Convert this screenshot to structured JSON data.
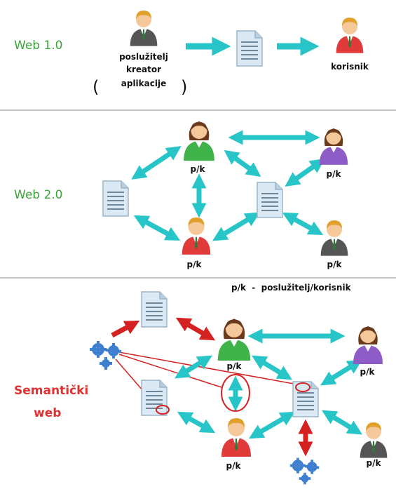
{
  "section1": {
    "title": "Web 1.0",
    "server_label": "poslužitelj",
    "server_label2": "kreator",
    "server_label3": "aplikacije",
    "paren_open": "(",
    "paren_close": ")",
    "user_label": "korisnik"
  },
  "section2": {
    "title": "Web 2.0",
    "pk": "p/k"
  },
  "section3": {
    "title_line1": "Semantički",
    "title_line2": "web",
    "legend": "p/k  -  poslužitelj/korisnik",
    "pk": "p/k"
  },
  "colors": {
    "arrow_cyan": "#27c5c8",
    "arrow_red": "#d42222",
    "web_green": "#3aa63a",
    "semantic_red": "#e03030",
    "green_shirt": "#3fb34a",
    "purple_shirt": "#8e5cc6",
    "red_shirt": "#e03a3a",
    "grey_suit": "#555555"
  },
  "icons": [
    "person-icon",
    "document-icon",
    "gears-icon"
  ]
}
